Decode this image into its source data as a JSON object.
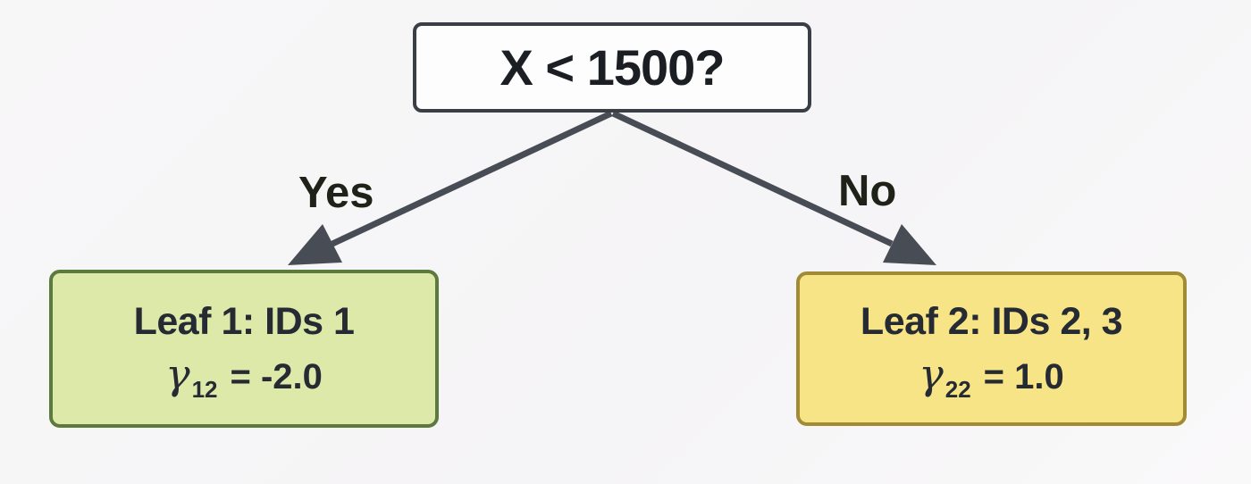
{
  "colors": {
    "background": "#f7f6f7",
    "node_bg": "#fdfdfd",
    "node_border": "#3a3e46",
    "arrow": "#474c55",
    "leaf1_bg": "#dce9a9",
    "leaf1_border": "#5c7a3d",
    "leaf2_bg": "#f6e487",
    "leaf2_border": "#a18c35",
    "text": "#262b33",
    "edge_label": "#1f2218"
  },
  "tree": {
    "root": {
      "label": "X < 1500?"
    },
    "edges": {
      "yes": "Yes",
      "no": "No"
    },
    "leaf1": {
      "title": "Leaf 1: IDs 1",
      "gamma_symbol": "γ",
      "gamma_sub": "12",
      "gamma_eq": "= -2.0"
    },
    "leaf2": {
      "title": "Leaf 2: IDs 2, 3",
      "gamma_symbol": "γ",
      "gamma_sub": "22",
      "gamma_eq": "= 1.0"
    }
  }
}
